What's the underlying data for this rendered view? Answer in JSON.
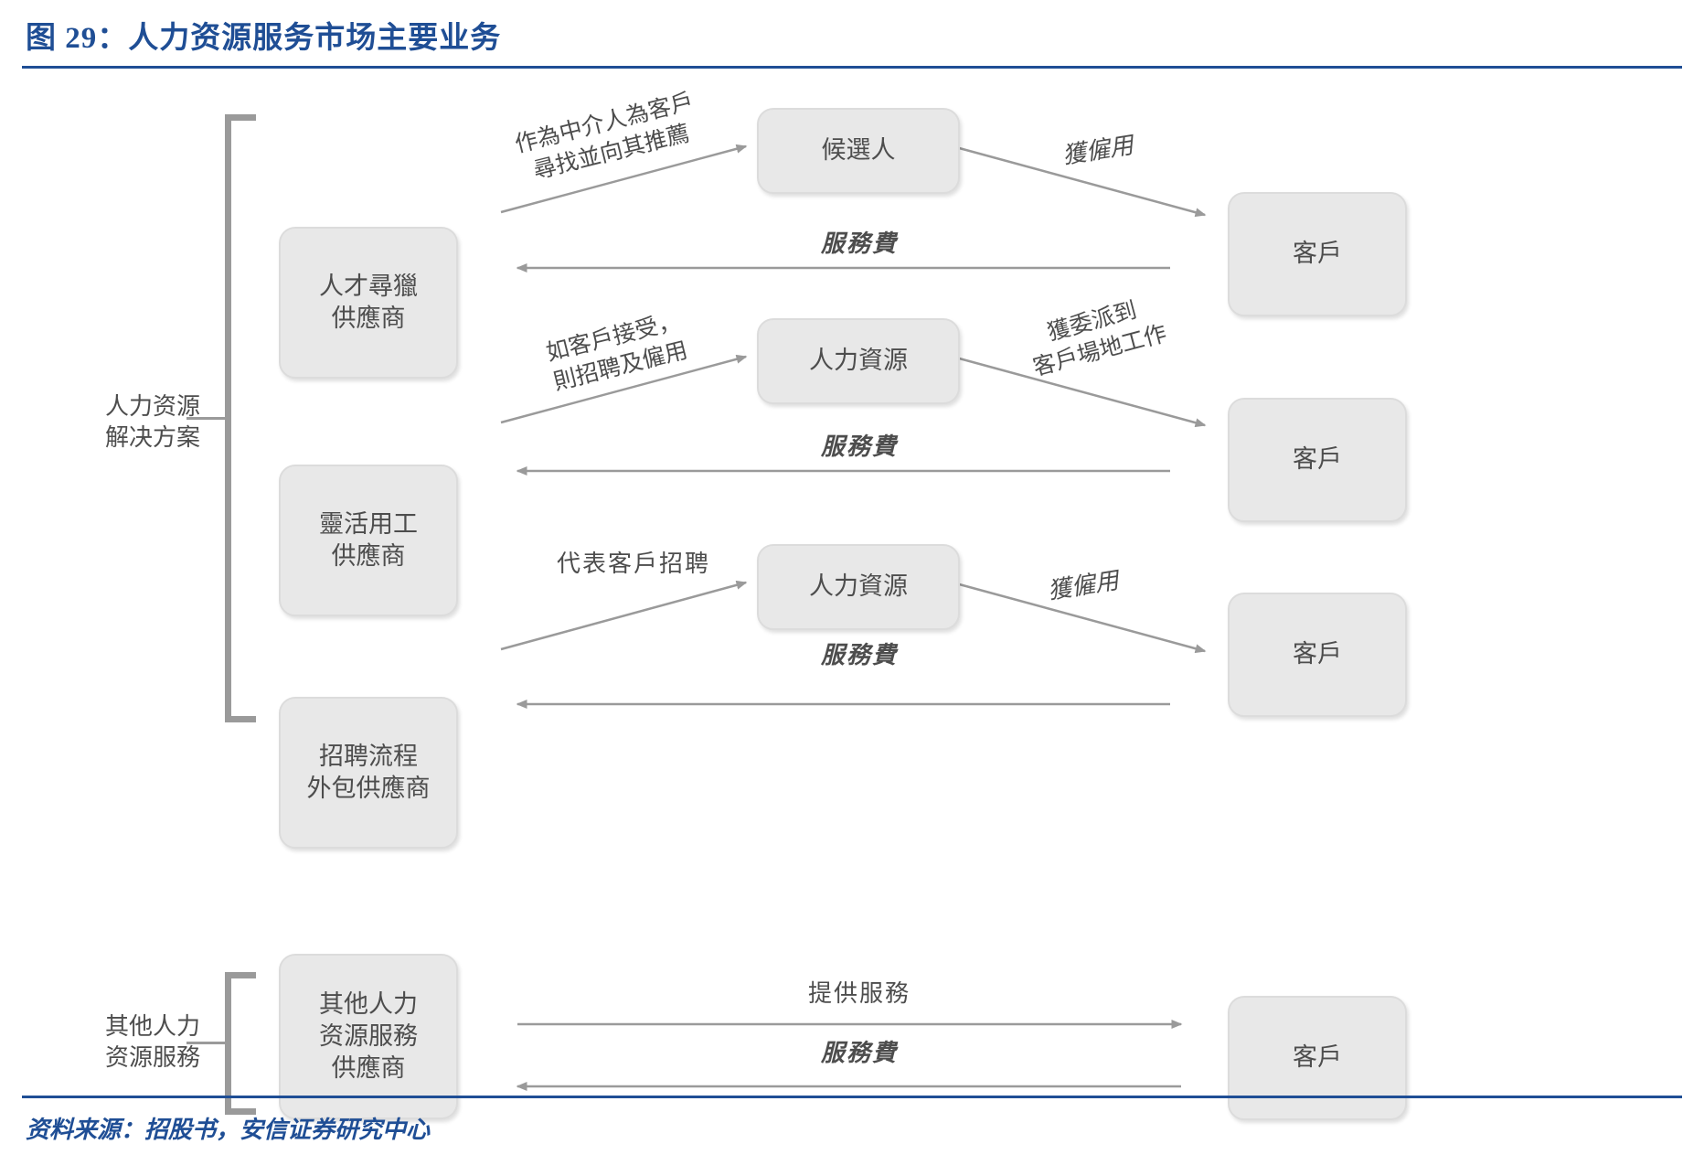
{
  "header": {
    "figure_title": "图 29：人力资源服务市场主要业务",
    "title_color": "#1f4e95"
  },
  "footer": {
    "source_text": "资料来源：招股书，安信证券研究中心"
  },
  "groups": [
    {
      "id": "hr-solutions",
      "label": "人力资源\n解决方案"
    },
    {
      "id": "other-hr-services",
      "label": "其他人力\n资源服務"
    }
  ],
  "nodes": {
    "provider_talent_search": "人才尋獵\n供應商",
    "provider_flexible_staffing": "靈活用工\n供應商",
    "provider_rpo": "招聘流程\n外包供應商",
    "provider_other_hr": "其他人力\n资源服務\n供應商",
    "candidate": "候選人",
    "hr_row2": "人力資源",
    "hr_row3": "人力資源",
    "client_row1": "客戶",
    "client_row2": "客戶",
    "client_row3": "客戶",
    "client_row4": "客戶"
  },
  "edges": {
    "row1_to_candidate": "作為中介人為客戶\n尋找並向其推薦",
    "row1_candidate_to_client": "獲僱用",
    "row1_fee": "服務費",
    "row2_to_hr": "如客戶接受，\n則招聘及僱用",
    "row2_hr_to_client": "獲委派到\n客戶場地工作",
    "row2_fee": "服務費",
    "row3_to_hr": "代表客戶招聘",
    "row3_hr_to_client": "獲僱用",
    "row3_fee": "服務費",
    "row4_service": "提供服務",
    "row4_fee": "服務費"
  },
  "colors": {
    "box_fill": "#e8e8e8",
    "box_border": "#dcdcdc",
    "line": "#9a9a9a",
    "text": "#4d4d4d",
    "accent": "#1f4e95"
  }
}
